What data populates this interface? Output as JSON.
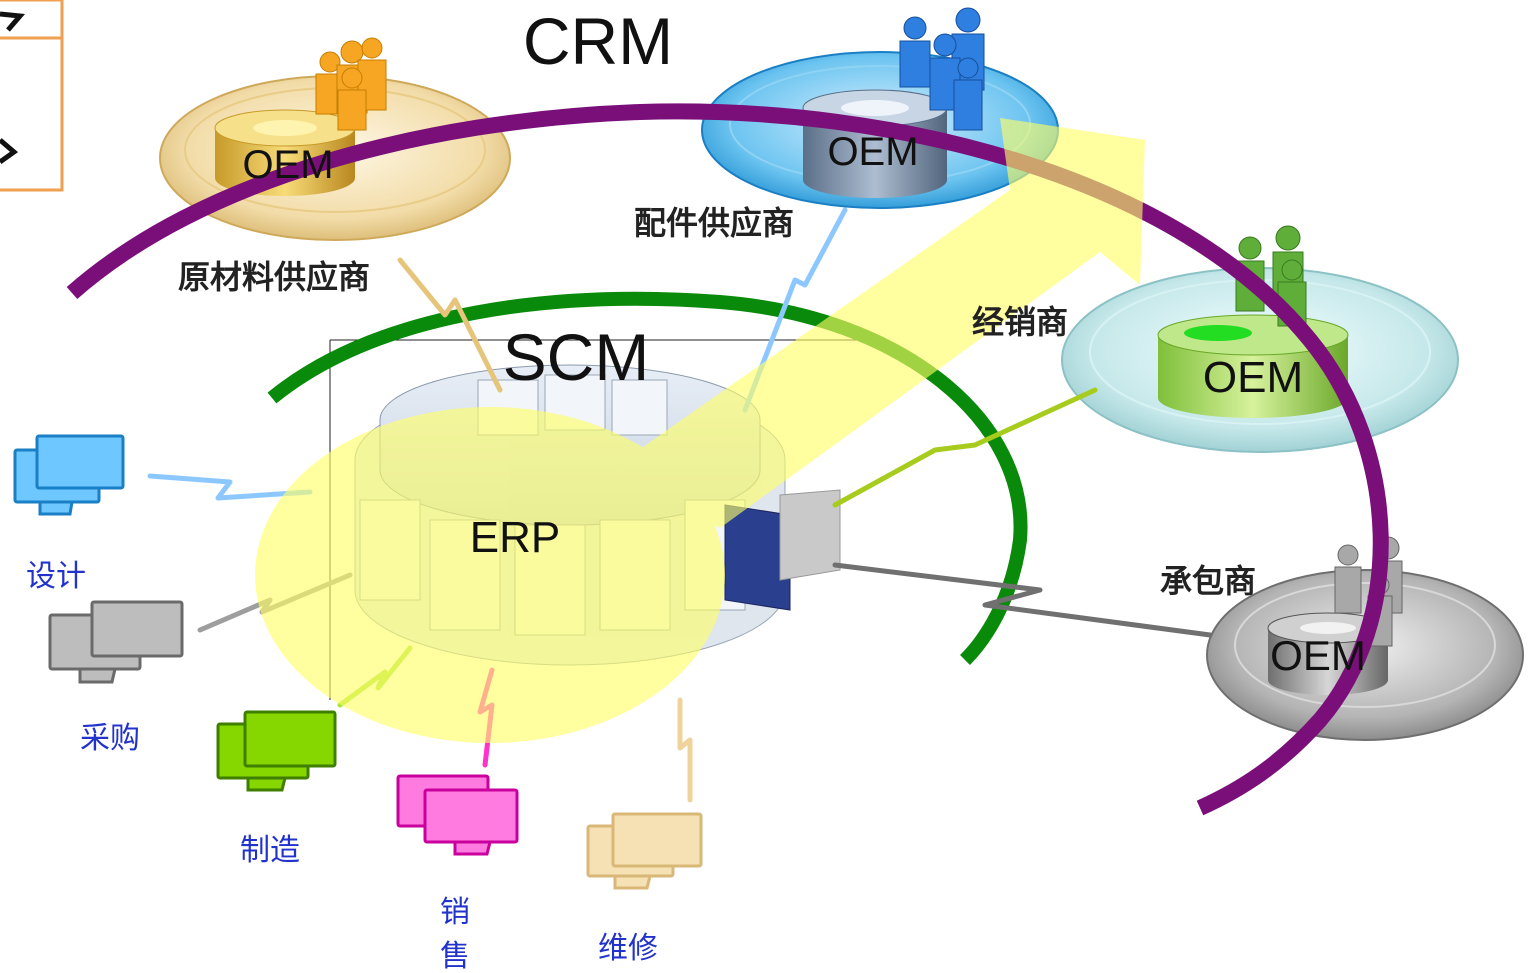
{
  "labels": {
    "crm": "CRM",
    "scm": "SCM",
    "erp": "ERP"
  },
  "partners": [
    {
      "oem": "OEM",
      "label": "原材料供应商",
      "color": "#e8c26a"
    },
    {
      "oem": "OEM",
      "label": "配件供应商",
      "color": "#3aa6e0"
    },
    {
      "oem": "OEM",
      "label": "经销商",
      "color": "#9fd4d6"
    },
    {
      "oem": "OEM",
      "label": "承包商",
      "color": "#9a9a9a"
    }
  ],
  "departments": [
    {
      "label": "设计",
      "color": "#2ba3e6"
    },
    {
      "label": "采购",
      "color": "#9b9b9b"
    },
    {
      "label": "制造",
      "color": "#6cbf00"
    },
    {
      "label": "销",
      "label2": "售",
      "color": "#ff33cc"
    },
    {
      "label": "维修",
      "color": "#f0d39a"
    }
  ],
  "colors": {
    "crm_arc": "#7a0f7a",
    "scm_arc": "#0a8a0a",
    "highlight": "#ffff66"
  }
}
